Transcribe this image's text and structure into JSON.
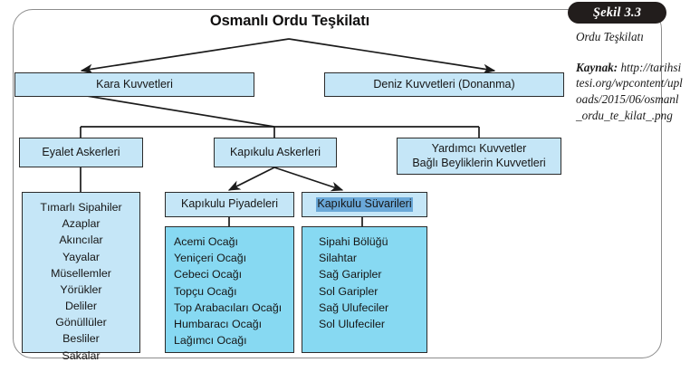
{
  "figure": {
    "badge_label": "Şekil 3.3",
    "caption_title": "Ordu Teşkilatı",
    "source_label": "Kaynak:",
    "source_url": "http://tarihsitesi.org/wpcontent/uploads/2015/06/osmanl_ordu_te_kilat_.png"
  },
  "diagram": {
    "type": "org-chart",
    "title": "Osmanlı Ordu Teşkilatı",
    "colors": {
      "box_fill_light": "#c5e6f7",
      "box_fill_dark": "#87d9f2",
      "box_border": "#2b2b2b",
      "frame_border": "#8d8d8d",
      "badge_bg": "#221d1c",
      "selection_highlight": "#6aa8d8"
    },
    "level1": [
      {
        "label": "Kara Kuvvetleri"
      },
      {
        "label": "Deniz Kuvvetleri (Donanma)"
      }
    ],
    "level2": [
      {
        "label": "Eyalet Askerleri"
      },
      {
        "label": "Kapıkulu Askerleri"
      },
      {
        "label_line1": "Yardımcı Kuvvetler",
        "label_line2": "Bağlı Beyliklerin Kuvvetleri"
      }
    ],
    "level3": [
      {
        "label": "Kapıkulu Piyadeleri"
      },
      {
        "label": "Kapıkulu Süvarileri",
        "selected": true
      }
    ],
    "eyalet_list": [
      "Tımarlı Sipahiler",
      "Azaplar",
      "Akıncılar",
      "Yayalar",
      "Müsellemler",
      "Yörükler",
      "Deliler",
      "Gönüllüler",
      "Besliler",
      "Sakalar"
    ],
    "piyade_list": [
      "Acemi Ocağı",
      "Yeniçeri Ocağı",
      "Cebeci Ocağı",
      "Topçu Ocağı",
      "Top Arabacıları Ocağı",
      "Humbaracı Ocağı",
      "Lağımcı Ocağı"
    ],
    "suvari_list": [
      "Sipahi Bölüğü",
      "Silahtar",
      "Sağ Garipler",
      "Sol Garipler",
      "Sağ Ulufeciler",
      "Sol Ulufeciler"
    ]
  }
}
